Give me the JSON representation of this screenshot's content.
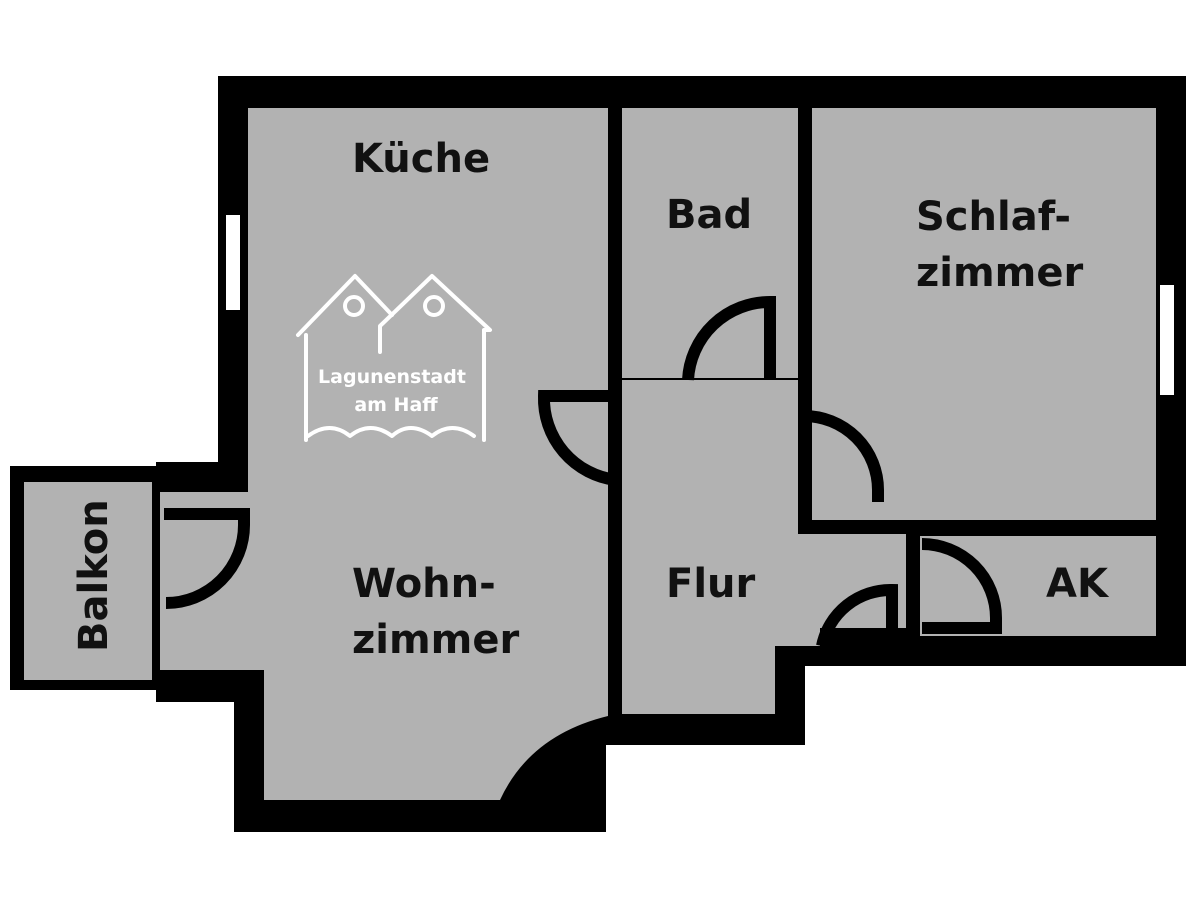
{
  "colors": {
    "wall": "#000000",
    "floor": "#b2b2b2",
    "background": "#ffffff",
    "label": "#111111",
    "logo": "#ffffff"
  },
  "rooms": {
    "kueche": "Küche",
    "bad": "Bad",
    "schlaf_line1": "Schlaf-",
    "schlaf_line2": "zimmer",
    "wohn_line1": "Wohn-",
    "wohn_line2": "zimmer",
    "flur": "Flur",
    "ak": "AK",
    "balkon": "Balkon"
  },
  "logo": {
    "line1": "Lagunenstadt",
    "line2": "am Haff"
  }
}
